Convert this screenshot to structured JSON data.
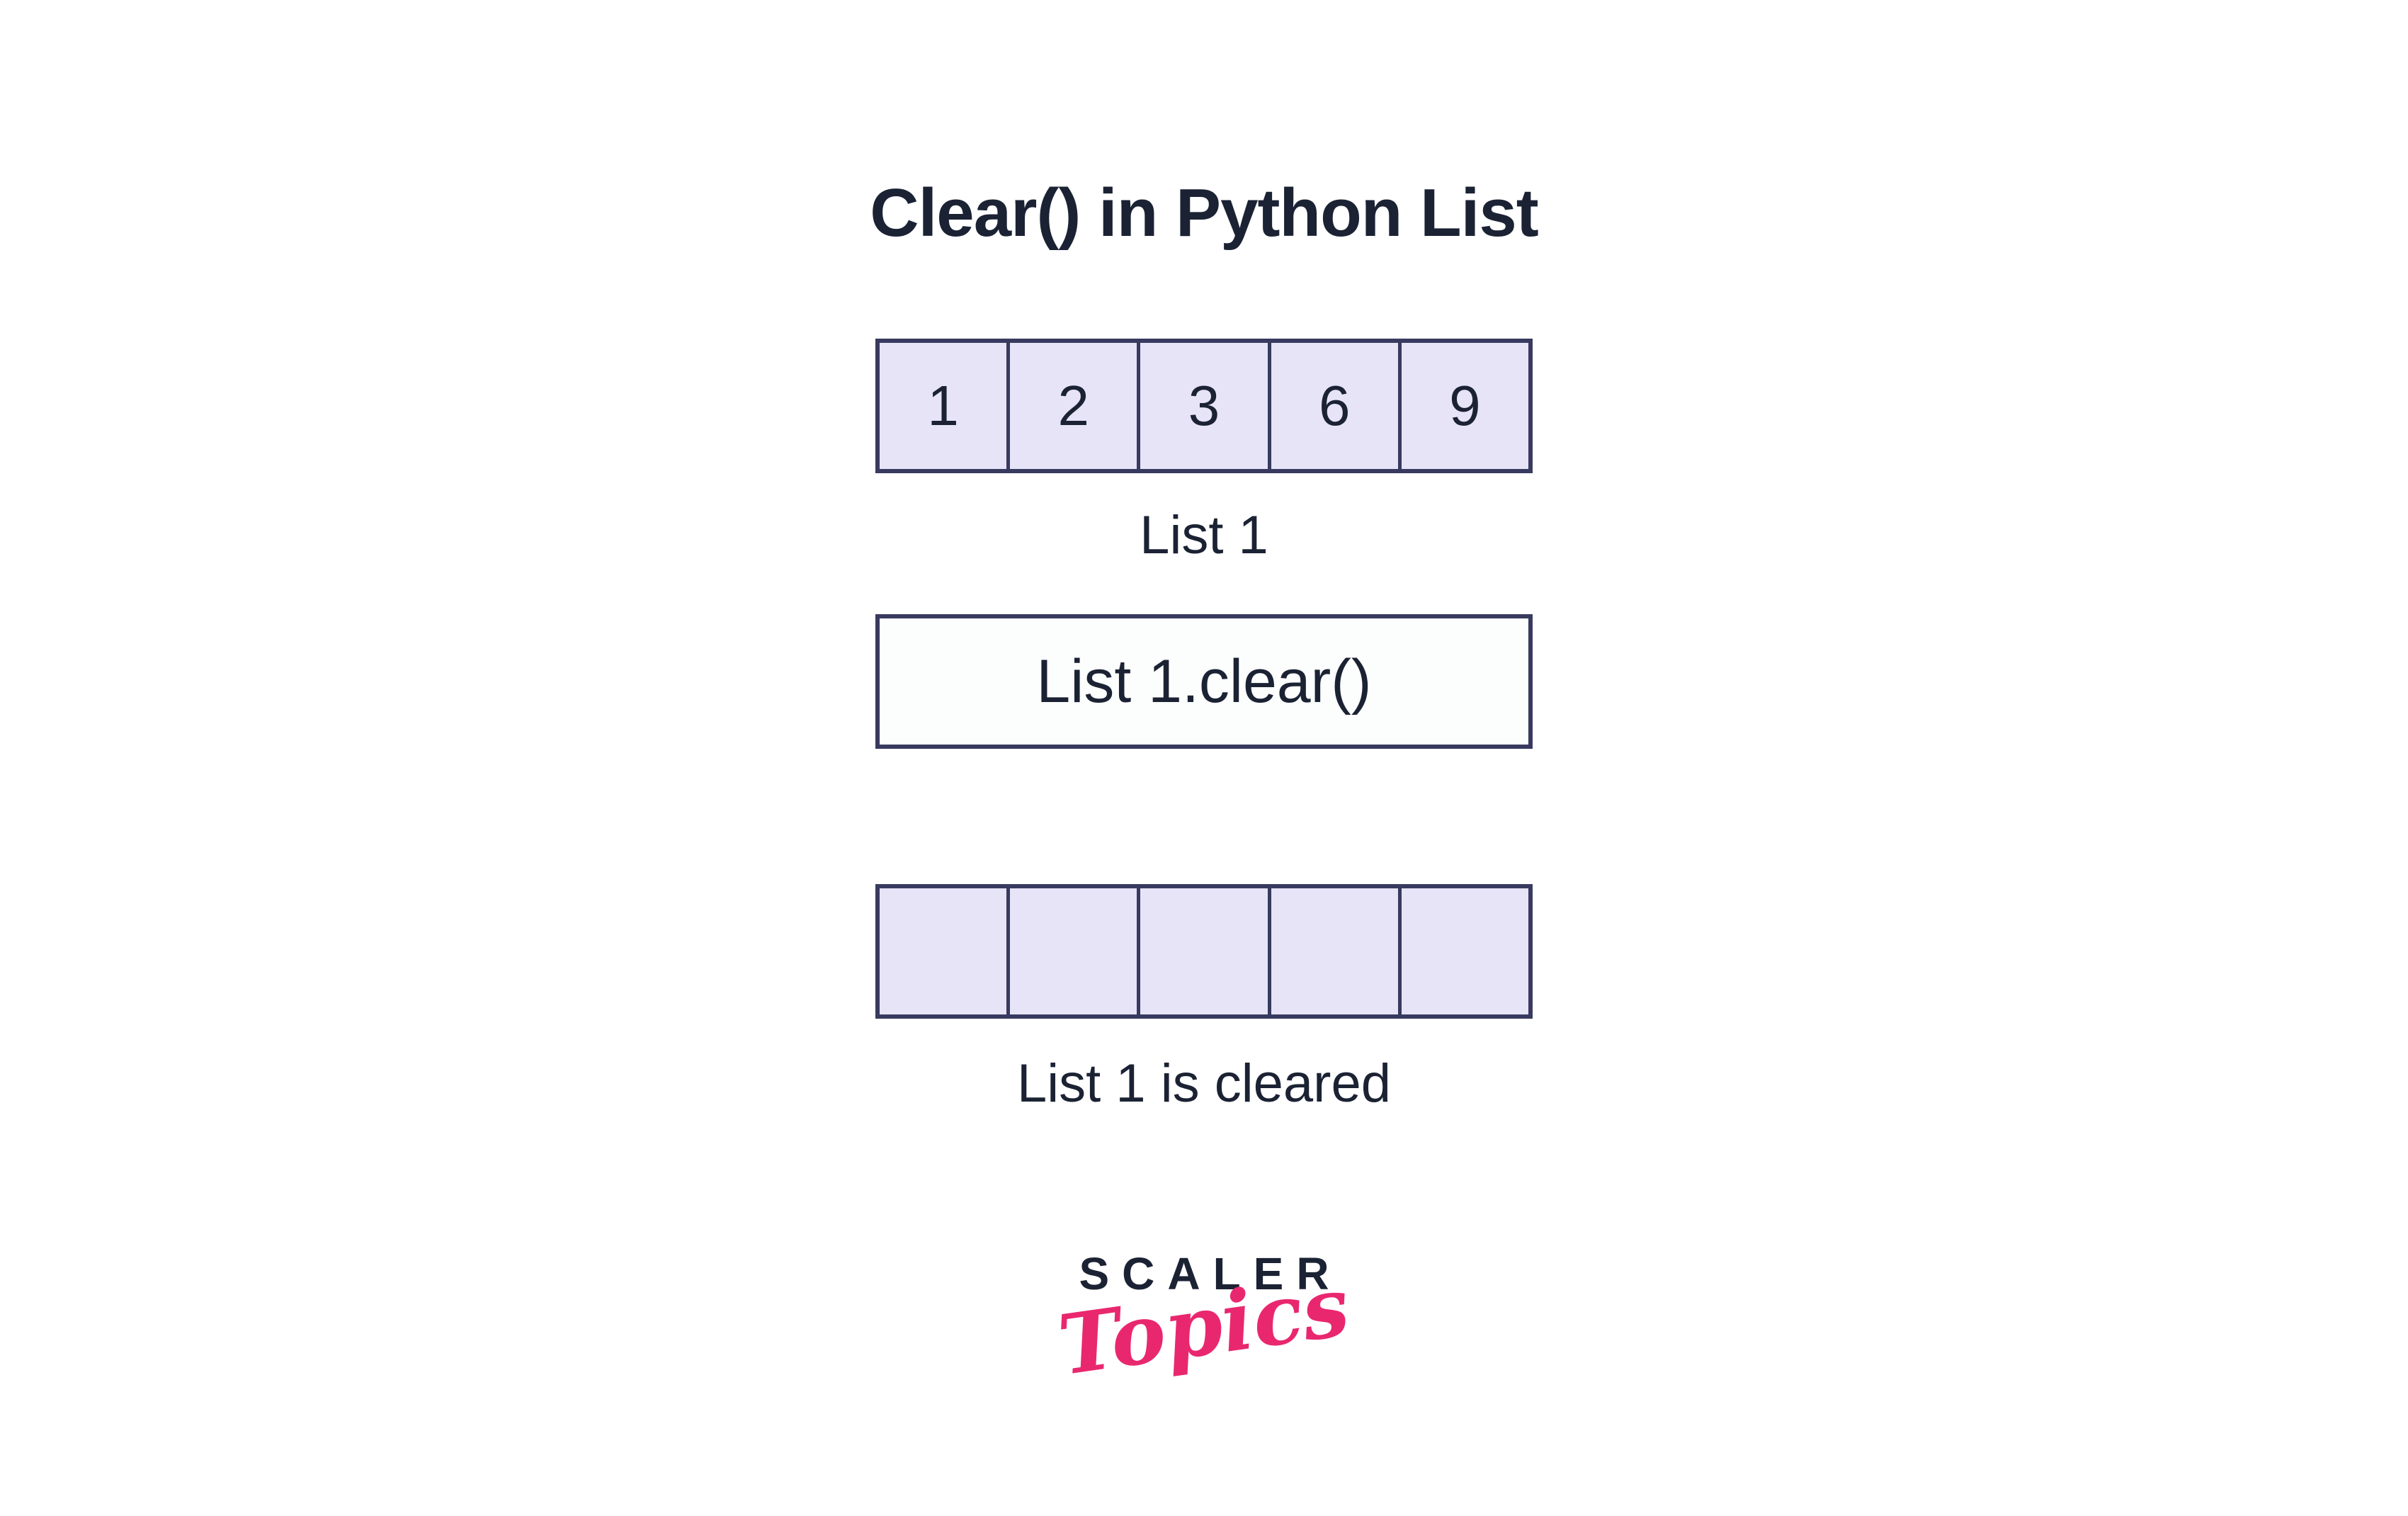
{
  "title": "Clear() in Python List",
  "diagram": {
    "initial_list": {
      "cells": [
        "1",
        "2",
        "3",
        "6",
        "9"
      ],
      "caption": "List 1"
    },
    "operation": {
      "code": "List 1.clear()"
    },
    "cleared_list": {
      "cells": [
        "",
        "",
        "",
        "",
        ""
      ],
      "caption": "List 1 is cleared"
    }
  },
  "logo": {
    "brand": "SCALER",
    "sub": "Topics"
  },
  "colors": {
    "ink": "#1b2233",
    "border": "#383a5f",
    "cell_fill": "#e7e4f8",
    "box_fill": "#fcfefd",
    "pink": "#e9276f",
    "background": "#ffffff"
  }
}
